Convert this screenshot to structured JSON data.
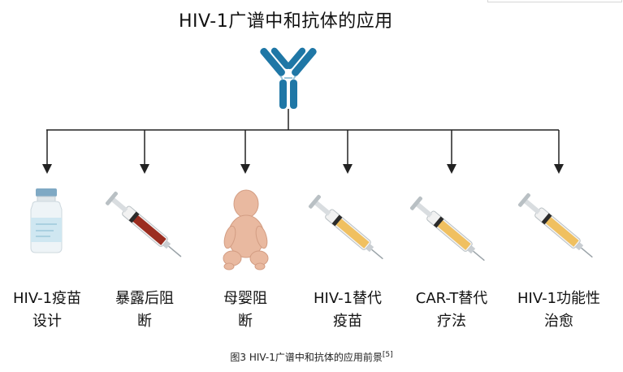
{
  "title": "HIV-1广谱中和抗体的应用",
  "branches": [
    {
      "line1": "HIV-1疫苗",
      "line2": "设计",
      "icon": "vaccine-vial"
    },
    {
      "line1": "暴露后阻",
      "line2": "断",
      "icon": "syringe-red"
    },
    {
      "line1": "母婴阻",
      "line2": "断",
      "icon": "baby"
    },
    {
      "line1": "HIV-1替代",
      "line2": "疫苗",
      "icon": "syringe-yellow"
    },
    {
      "line1": "CAR-T替代",
      "line2": "疗法",
      "icon": "syringe-yellow"
    },
    {
      "line1": "HIV-1功能性",
      "line2": "治愈",
      "icon": "syringe-yellow"
    }
  ],
  "caption": {
    "text": "图3 HIV-1广谱中和抗体的应用前景",
    "ref": "[5]"
  },
  "colors": {
    "antibody": "#1f77a6",
    "vial_cap": "#7fa9c4",
    "vial_label": "#cfe7f1",
    "syringe_red": "#9b2d20",
    "syringe_yellow": "#f0c060",
    "baby_skin": "#e9b9a0",
    "arrow": "#222222"
  }
}
